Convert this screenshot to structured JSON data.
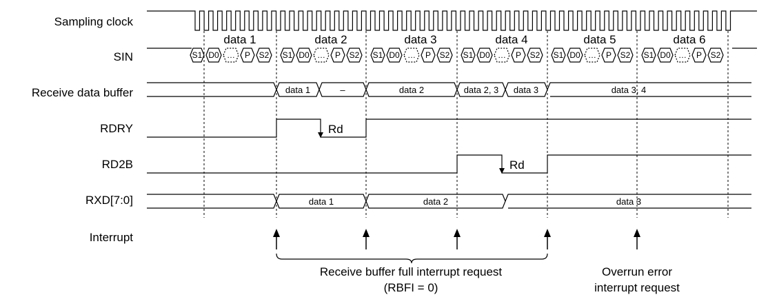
{
  "signals": {
    "sampling_clock": "Sampling clock",
    "sin": "SIN",
    "receive_buffer": "Receive data buffer",
    "rdry": "RDRY",
    "rd2b": "RD2B",
    "rxd": "RXD[7:0]",
    "interrupt": "Interrupt"
  },
  "frames": [
    "data 1",
    "data 2",
    "data 3",
    "data 4",
    "data 5",
    "data 6"
  ],
  "frame_bits": [
    "S1",
    "D0",
    "…",
    "P",
    "S2"
  ],
  "receive_buffer_values": [
    "data 1",
    "–",
    "data 2",
    "data 2, 3",
    "data 3",
    "data 3, 4"
  ],
  "rxd_values": [
    "data 1",
    "data 2",
    "data 3"
  ],
  "read_marker": "Rd",
  "notes": {
    "buffer_full_line1": "Receive buffer full interrupt request",
    "buffer_full_line2": "(RBFI = 0)",
    "overrun_line1": "Overrun error",
    "overrun_line2": "interrupt request"
  }
}
